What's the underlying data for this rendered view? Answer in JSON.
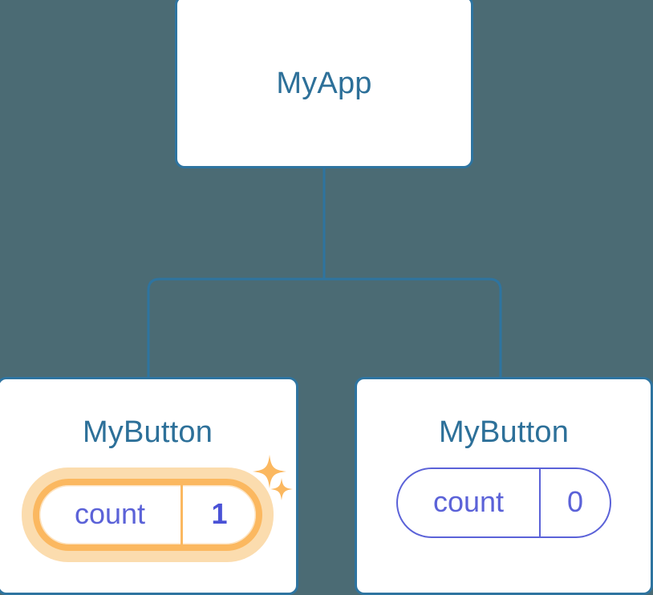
{
  "diagram": {
    "type": "component-tree",
    "title_text": "MyApp",
    "colors": {
      "background": "#4b6b74",
      "node_border": "#2e74a0",
      "node_fill": "#ffffff",
      "node_title_text": "#2d7099",
      "connector": "#2e74a0",
      "state_text": "#5b62d8",
      "highlight_ring": "#fbb860",
      "highlight_glow": "#fbdcae",
      "sparkle": "#fbb860"
    }
  },
  "root": {
    "label": "MyApp"
  },
  "children": [
    {
      "label": "MyButton",
      "state": {
        "key": "count",
        "value": "1"
      },
      "highlighted": true,
      "sparkle_large_icon": "sparkle-icon",
      "sparkle_small_icon": "sparkle-icon"
    },
    {
      "label": "MyButton",
      "state": {
        "key": "count",
        "value": "0"
      },
      "highlighted": false
    }
  ],
  "connectors": {
    "trunk_label": "root-to-branch-trunk",
    "left_branch_label": "branch-to-left-child",
    "right_branch_label": "branch-to-right-child"
  }
}
